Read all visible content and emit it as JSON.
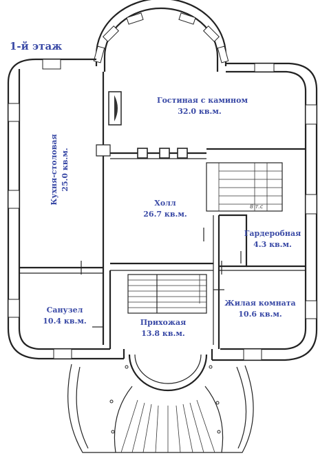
{
  "floor_title": "1-й этаж",
  "rooms": {
    "living": {
      "name": "Гостиная с камином",
      "area": "32.0 кв.м."
    },
    "kitchen": {
      "name": "Кухня-столовая",
      "area": "25.0 кв.м."
    },
    "hall": {
      "name": "Холл",
      "area": "26.7 кв.м."
    },
    "wardrobe": {
      "name": "Гардеробная",
      "area": "4.3 кв.м."
    },
    "bathroom": {
      "name": "Санузел",
      "area": "10.4 кв.м."
    },
    "bedroom": {
      "name": "Жилая комната",
      "area": "10.6 кв.м."
    },
    "entrance": {
      "name": "Прихожая",
      "area": "13.8 кв.м."
    }
  },
  "stair_note": "8 т.с"
}
